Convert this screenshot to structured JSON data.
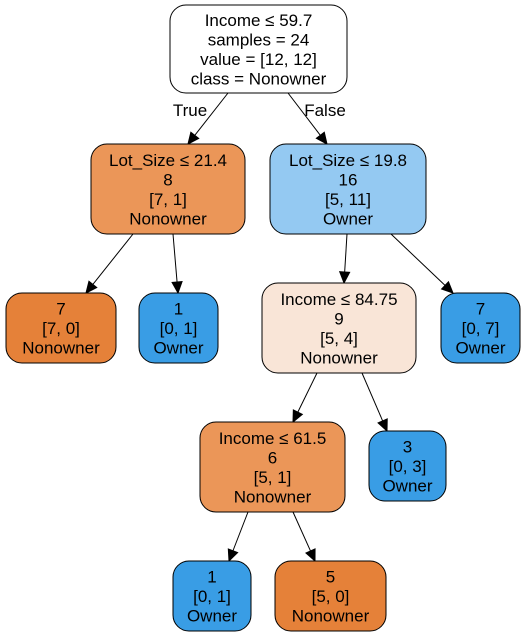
{
  "tree": {
    "colors": {
      "root": "#ffffff",
      "nonowner_light": "#f9e5d7",
      "nonowner_medium": "#eb9658",
      "nonowner_pure": "#e58139",
      "owner_medium": "#94c9f2",
      "owner_pure": "#399de5"
    },
    "nodes": [
      {
        "id": "n0",
        "color": "root",
        "lines": [
          "Income ≤ 59.7",
          "samples = 24",
          "value = [12, 12]",
          "class = Nonowner"
        ]
      },
      {
        "id": "n1",
        "color": "nonowner_medium",
        "lines": [
          "Lot_Size ≤ 21.4",
          "8",
          "[7, 1]",
          "Nonowner"
        ]
      },
      {
        "id": "n2",
        "color": "owner_medium",
        "lines": [
          "Lot_Size ≤ 19.8",
          "16",
          "[5, 11]",
          "Owner"
        ]
      },
      {
        "id": "n3",
        "color": "nonowner_pure",
        "lines": [
          "7",
          "[7, 0]",
          "Nonowner"
        ]
      },
      {
        "id": "n4",
        "color": "owner_pure",
        "lines": [
          "1",
          "[0, 1]",
          "Owner"
        ]
      },
      {
        "id": "n5",
        "color": "nonowner_light",
        "lines": [
          "Income ≤ 84.75",
          "9",
          "[5, 4]",
          "Nonowner"
        ]
      },
      {
        "id": "n6",
        "color": "owner_pure",
        "lines": [
          "7",
          "[0, 7]",
          "Owner"
        ]
      },
      {
        "id": "n7",
        "color": "nonowner_medium",
        "lines": [
          "Income ≤ 61.5",
          "6",
          "[5, 1]",
          "Nonowner"
        ]
      },
      {
        "id": "n8",
        "color": "owner_pure",
        "lines": [
          "3",
          "[0, 3]",
          "Owner"
        ]
      },
      {
        "id": "n9",
        "color": "owner_pure",
        "lines": [
          "1",
          "[0, 1]",
          "Owner"
        ]
      },
      {
        "id": "n10",
        "color": "nonowner_pure",
        "lines": [
          "5",
          "[5, 0]",
          "Nonowner"
        ]
      }
    ],
    "edges": [
      {
        "from": "n0",
        "to": "n1",
        "label": "True"
      },
      {
        "from": "n0",
        "to": "n2",
        "label": "False"
      },
      {
        "from": "n1",
        "to": "n3"
      },
      {
        "from": "n1",
        "to": "n4"
      },
      {
        "from": "n2",
        "to": "n5"
      },
      {
        "from": "n2",
        "to": "n6"
      },
      {
        "from": "n5",
        "to": "n7"
      },
      {
        "from": "n5",
        "to": "n8"
      },
      {
        "from": "n7",
        "to": "n9"
      },
      {
        "from": "n7",
        "to": "n10"
      }
    ]
  }
}
